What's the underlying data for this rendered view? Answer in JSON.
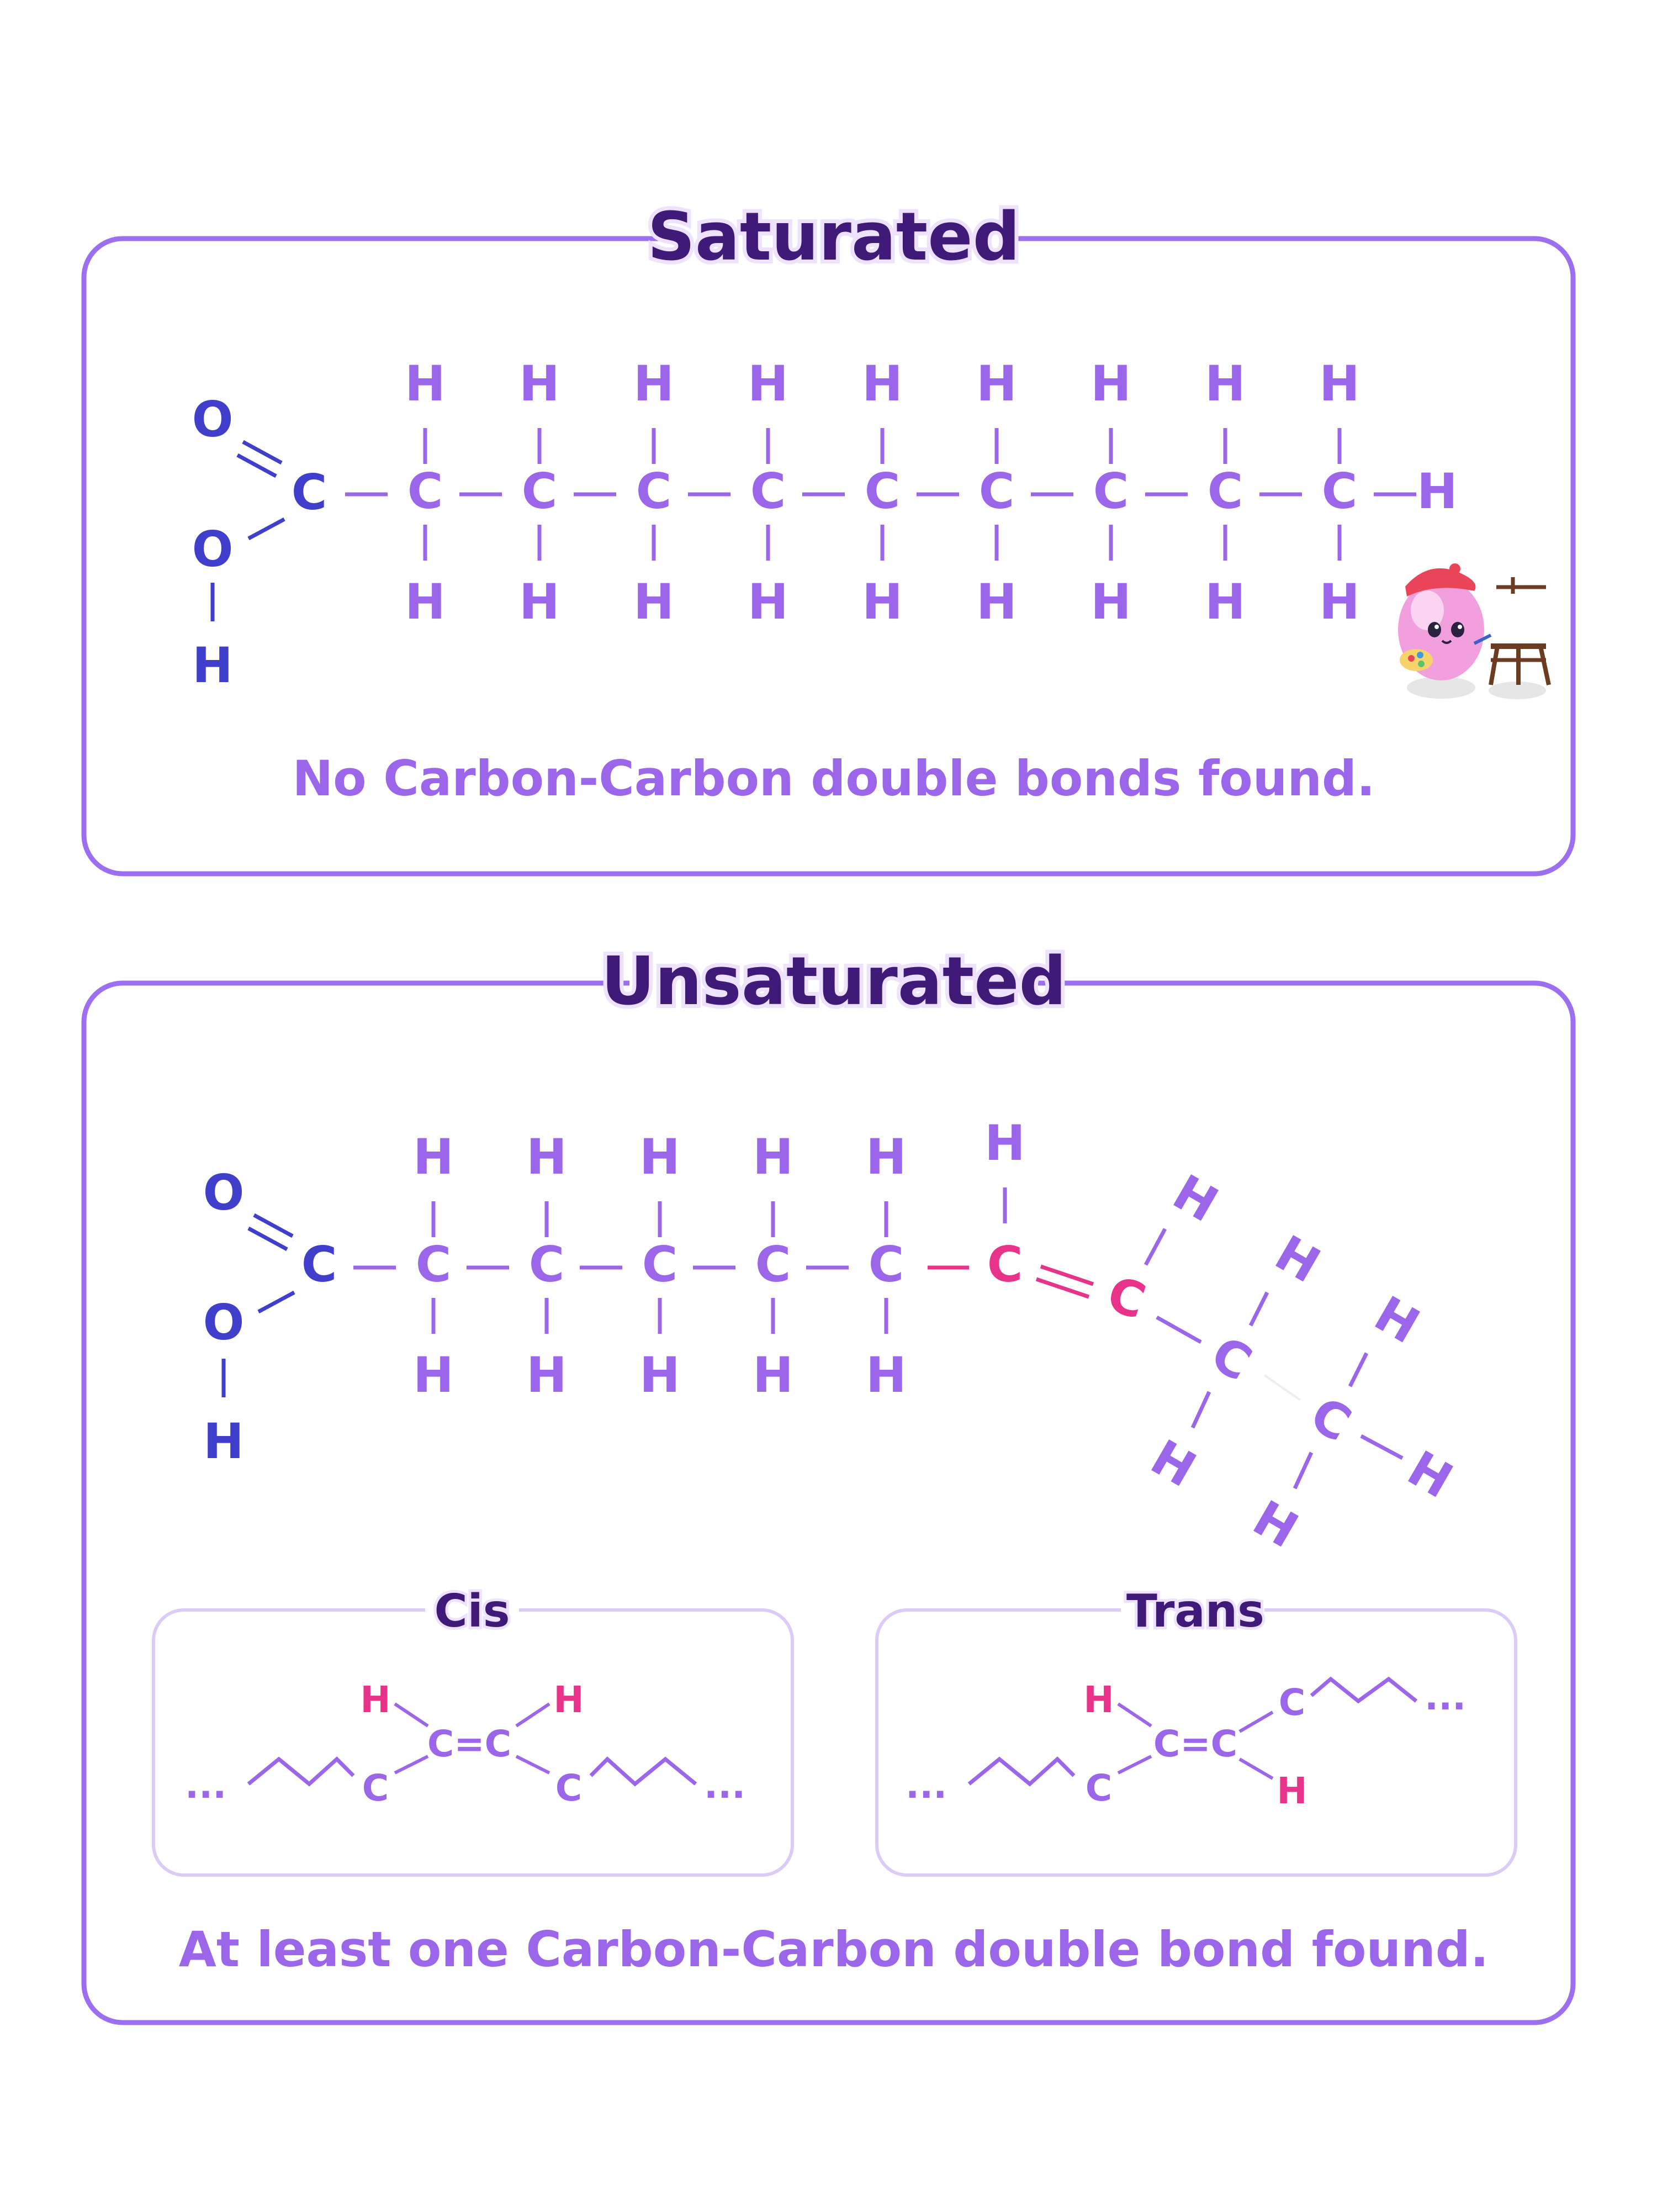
{
  "colors": {
    "frame": "#9b6ff0",
    "title": "#3f1a78",
    "title_halo": "#ede2ff",
    "acid": "#3f3fcc",
    "chain": "#9b66ea",
    "double_bond": "#e8338a",
    "inner_frame": "#dccbf7",
    "caption": "#9b66ea"
  },
  "saturated": {
    "title": "Saturated",
    "caption": "No Carbon-Carbon double bonds found.",
    "acid_group": {
      "oxygen_top": "O",
      "carbon": "C",
      "oxygen_bottom": "O",
      "hydrogen": "H"
    },
    "chain_carbons": [
      "C",
      "C",
      "C",
      "C",
      "C",
      "C",
      "C",
      "C",
      "C"
    ],
    "top_hydrogens": [
      "H",
      "H",
      "H",
      "H",
      "H",
      "H",
      "H",
      "H",
      "H"
    ],
    "bottom_hydrogens": [
      "H",
      "H",
      "H",
      "H",
      "H",
      "H",
      "H",
      "H",
      "H"
    ],
    "end_hydrogen": "H"
  },
  "unsaturated": {
    "title": "Unsaturated",
    "caption": "At least one Carbon-Carbon double bond found.",
    "acid_group": {
      "oxygen_top": "O",
      "carbon": "C",
      "oxygen_bottom": "O",
      "hydrogen": "H"
    },
    "chain_carbons": [
      "C",
      "C",
      "C",
      "C",
      "C"
    ],
    "top_hydrogens": [
      "H",
      "H",
      "H",
      "H",
      "H"
    ],
    "bottom_hydrogens": [
      "H",
      "H",
      "H",
      "H",
      "H"
    ],
    "double_bond_carbons": [
      "C",
      "C"
    ],
    "double_bond_hydrogens": [
      "H",
      "H"
    ],
    "tail_carbons": [
      "C",
      "C"
    ],
    "tail_hydrogens": [
      "H",
      "H",
      "H",
      "H",
      "H"
    ],
    "cis": {
      "title": "Cis",
      "left_h": "H",
      "right_h": "H",
      "double_bond": "C=C",
      "left_c": "C",
      "right_c": "C",
      "dots": "...",
      "dots2": "..."
    },
    "trans": {
      "title": "Trans",
      "left_h": "H",
      "right_h": "H",
      "double_bond": "C=C",
      "left_c": "C",
      "right_c": "C",
      "dots": "...",
      "dots2": "..."
    }
  },
  "mascot": {
    "icon": "painter-blob-mascot-with-easel"
  }
}
